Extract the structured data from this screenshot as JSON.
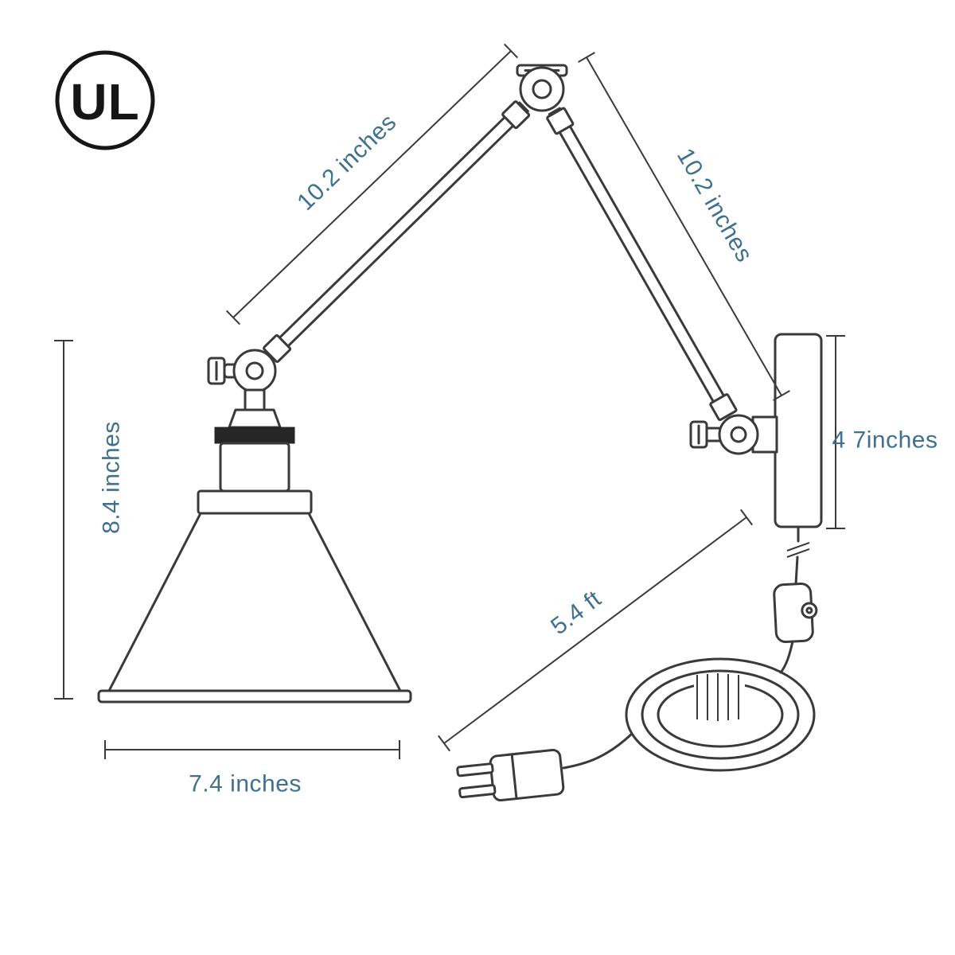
{
  "diagram": {
    "certification_mark": "UL",
    "dimensions": {
      "upper_arm": "10.2 inches",
      "lower_arm": "10.2 inches",
      "shade_height": "8.4 inches",
      "shade_width": "7.4 inches",
      "backplate_height": "4 7inches",
      "cord_length": "5.4 ft"
    },
    "colors": {
      "label_text": "#3e7090",
      "line": "#3a3a3a",
      "mark": "#161616"
    }
  }
}
